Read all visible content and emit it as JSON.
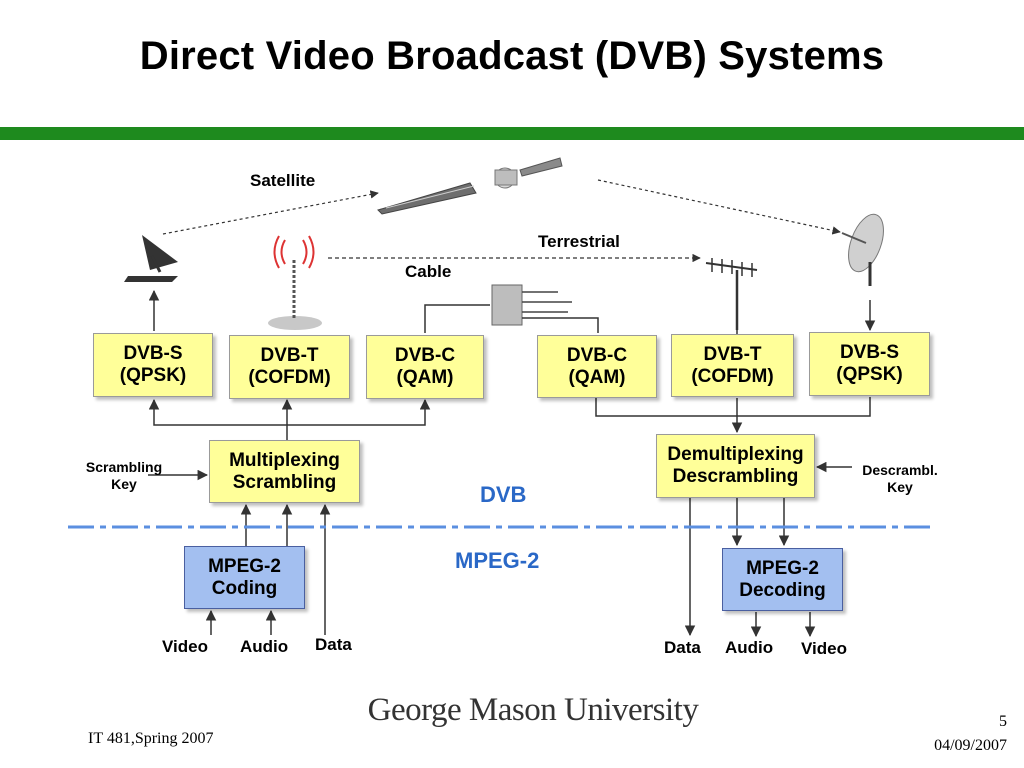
{
  "title": "Direct Video Broadcast (DVB) Systems",
  "labels": {
    "satellite": "Satellite",
    "terrestrial": "Terrestrial",
    "cable": "Cable",
    "scrambling_key_1": "Scrambling",
    "scrambling_key_2": "Key",
    "descrambl_key_1": "Descrambl.",
    "descrambl_key_2": "Key",
    "dvb_layer": "DVB",
    "mpeg_layer": "MPEG-2"
  },
  "tx_boxes": {
    "dvb_s": [
      "DVB-S",
      "(QPSK)"
    ],
    "dvb_t": [
      "DVB-T",
      "(COFDM)"
    ],
    "dvb_c": [
      "DVB-C",
      "(QAM)"
    ],
    "mux": [
      "Multiplexing",
      "Scrambling"
    ],
    "coding": [
      "MPEG-2",
      "Coding"
    ]
  },
  "rx_boxes": {
    "dvb_c": [
      "DVB-C",
      "(QAM)"
    ],
    "dvb_t": [
      "DVB-T",
      "(COFDM)"
    ],
    "dvb_s": [
      "DVB-S",
      "(QPSK)"
    ],
    "demux": [
      "Demultiplexing",
      "Descrambling"
    ],
    "decoding": [
      "MPEG-2",
      "Decoding"
    ]
  },
  "tx_inputs": [
    "Video",
    "Audio",
    "Data"
  ],
  "rx_outputs": [
    "Data",
    "Audio",
    "Video"
  ],
  "footer": {
    "institution": "George Mason University",
    "course": "IT 481,Spring 2007",
    "page": "5",
    "date": "04/09/2007"
  },
  "colors": {
    "accent_bar": "#1e8a1e",
    "box_yellow": "#ffff99",
    "box_blue": "#a3bff0",
    "layer_text": "#2a68c7"
  }
}
